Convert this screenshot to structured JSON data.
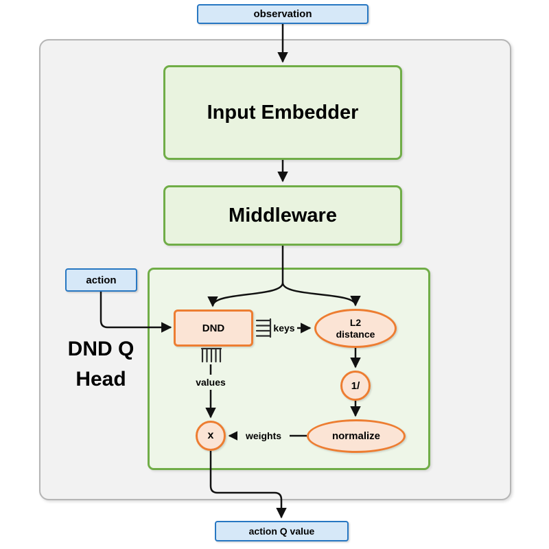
{
  "diagram": {
    "nodes": {
      "observation": {
        "label": "observation"
      },
      "input_embedder": {
        "label": "Input Embedder"
      },
      "middleware": {
        "label": "Middleware"
      },
      "action": {
        "label": "action"
      },
      "dnd_q_head": {
        "label_line1": "DND Q",
        "label_line2": "Head"
      },
      "dnd": {
        "label": "DND"
      },
      "l2_distance": {
        "label_line1": "L2",
        "label_line2": "distance"
      },
      "reciprocal": {
        "label": "1/"
      },
      "normalize": {
        "label": "normalize"
      },
      "multiply": {
        "label": "x"
      },
      "action_q_value": {
        "label": "action Q value"
      }
    },
    "edge_labels": {
      "keys": "keys",
      "values": "values",
      "weights": "weights"
    },
    "colors": {
      "blue_fill": "#d6e8f8",
      "blue_border": "#2777c2",
      "green_fill": "#e9f3df",
      "green_border": "#70ad47",
      "container_green_fill": "#eef6e8",
      "gray_fill": "#f2f2f2",
      "gray_border": "#b5b5b5",
      "orange_fill": "#fbe4d5",
      "orange_border": "#ed7d31",
      "arrow": "#111111",
      "comb": "#2b2b2b"
    }
  }
}
